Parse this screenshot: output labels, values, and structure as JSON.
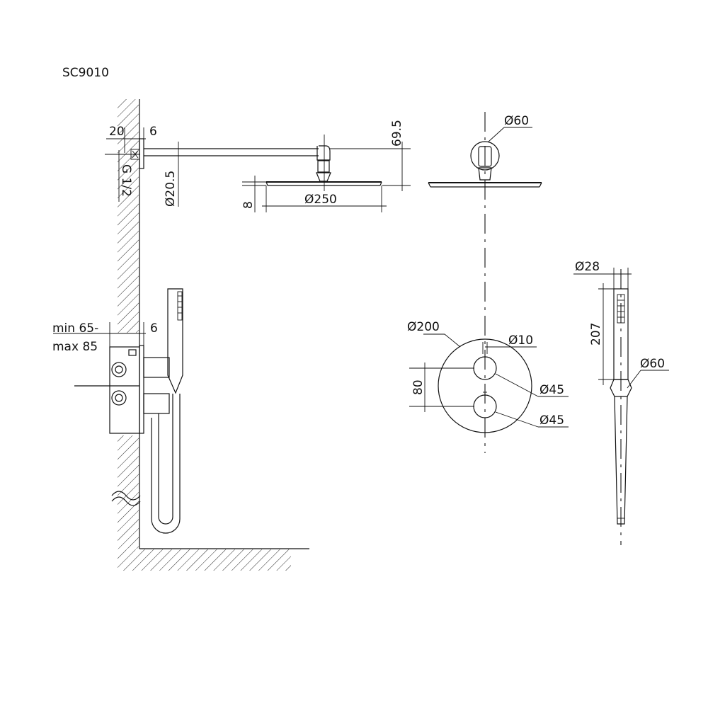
{
  "model_code": "SC9010",
  "dimensions": {
    "wall_offset": "20",
    "flange_depth": "6",
    "thread": "G 1/2",
    "arm_diameter": "Ø20.5",
    "arm_drop": "69.5",
    "head_thickness": "8",
    "head_diameter": "Ø250",
    "arm_flange_diameter": "Ø60",
    "install_depth_line1": "min 65-",
    "install_depth_line2": "max 85",
    "plate_depth": "6",
    "plate_diameter": "Ø200",
    "spindle_diameter": "Ø10",
    "knob_spacing": "80",
    "knob_top_diameter": "Ø45",
    "knob_bottom_diameter": "Ø45",
    "handshower_diameter": "Ø28",
    "handshower_length": "207",
    "holder_diameter": "Ø60"
  }
}
